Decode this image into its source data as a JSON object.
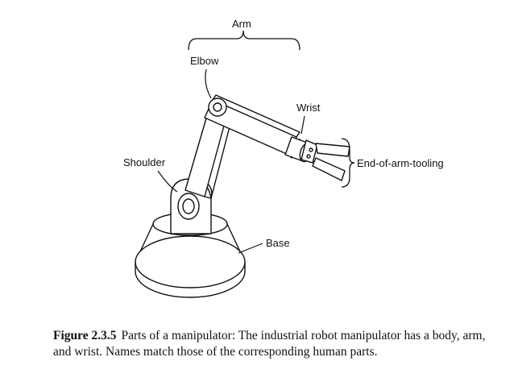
{
  "labels": {
    "arm": "Arm",
    "elbow": "Elbow",
    "wrist": "Wrist",
    "shoulder": "Shoulder",
    "tooling": "End-of-arm-tooling",
    "base": "Base"
  },
  "caption": {
    "number": "Figure 2.3.5",
    "text": "Parts of a manipulator: The industrial robot manipulator has a body, arm, and wrist. Names match those of the corresponding human parts."
  }
}
